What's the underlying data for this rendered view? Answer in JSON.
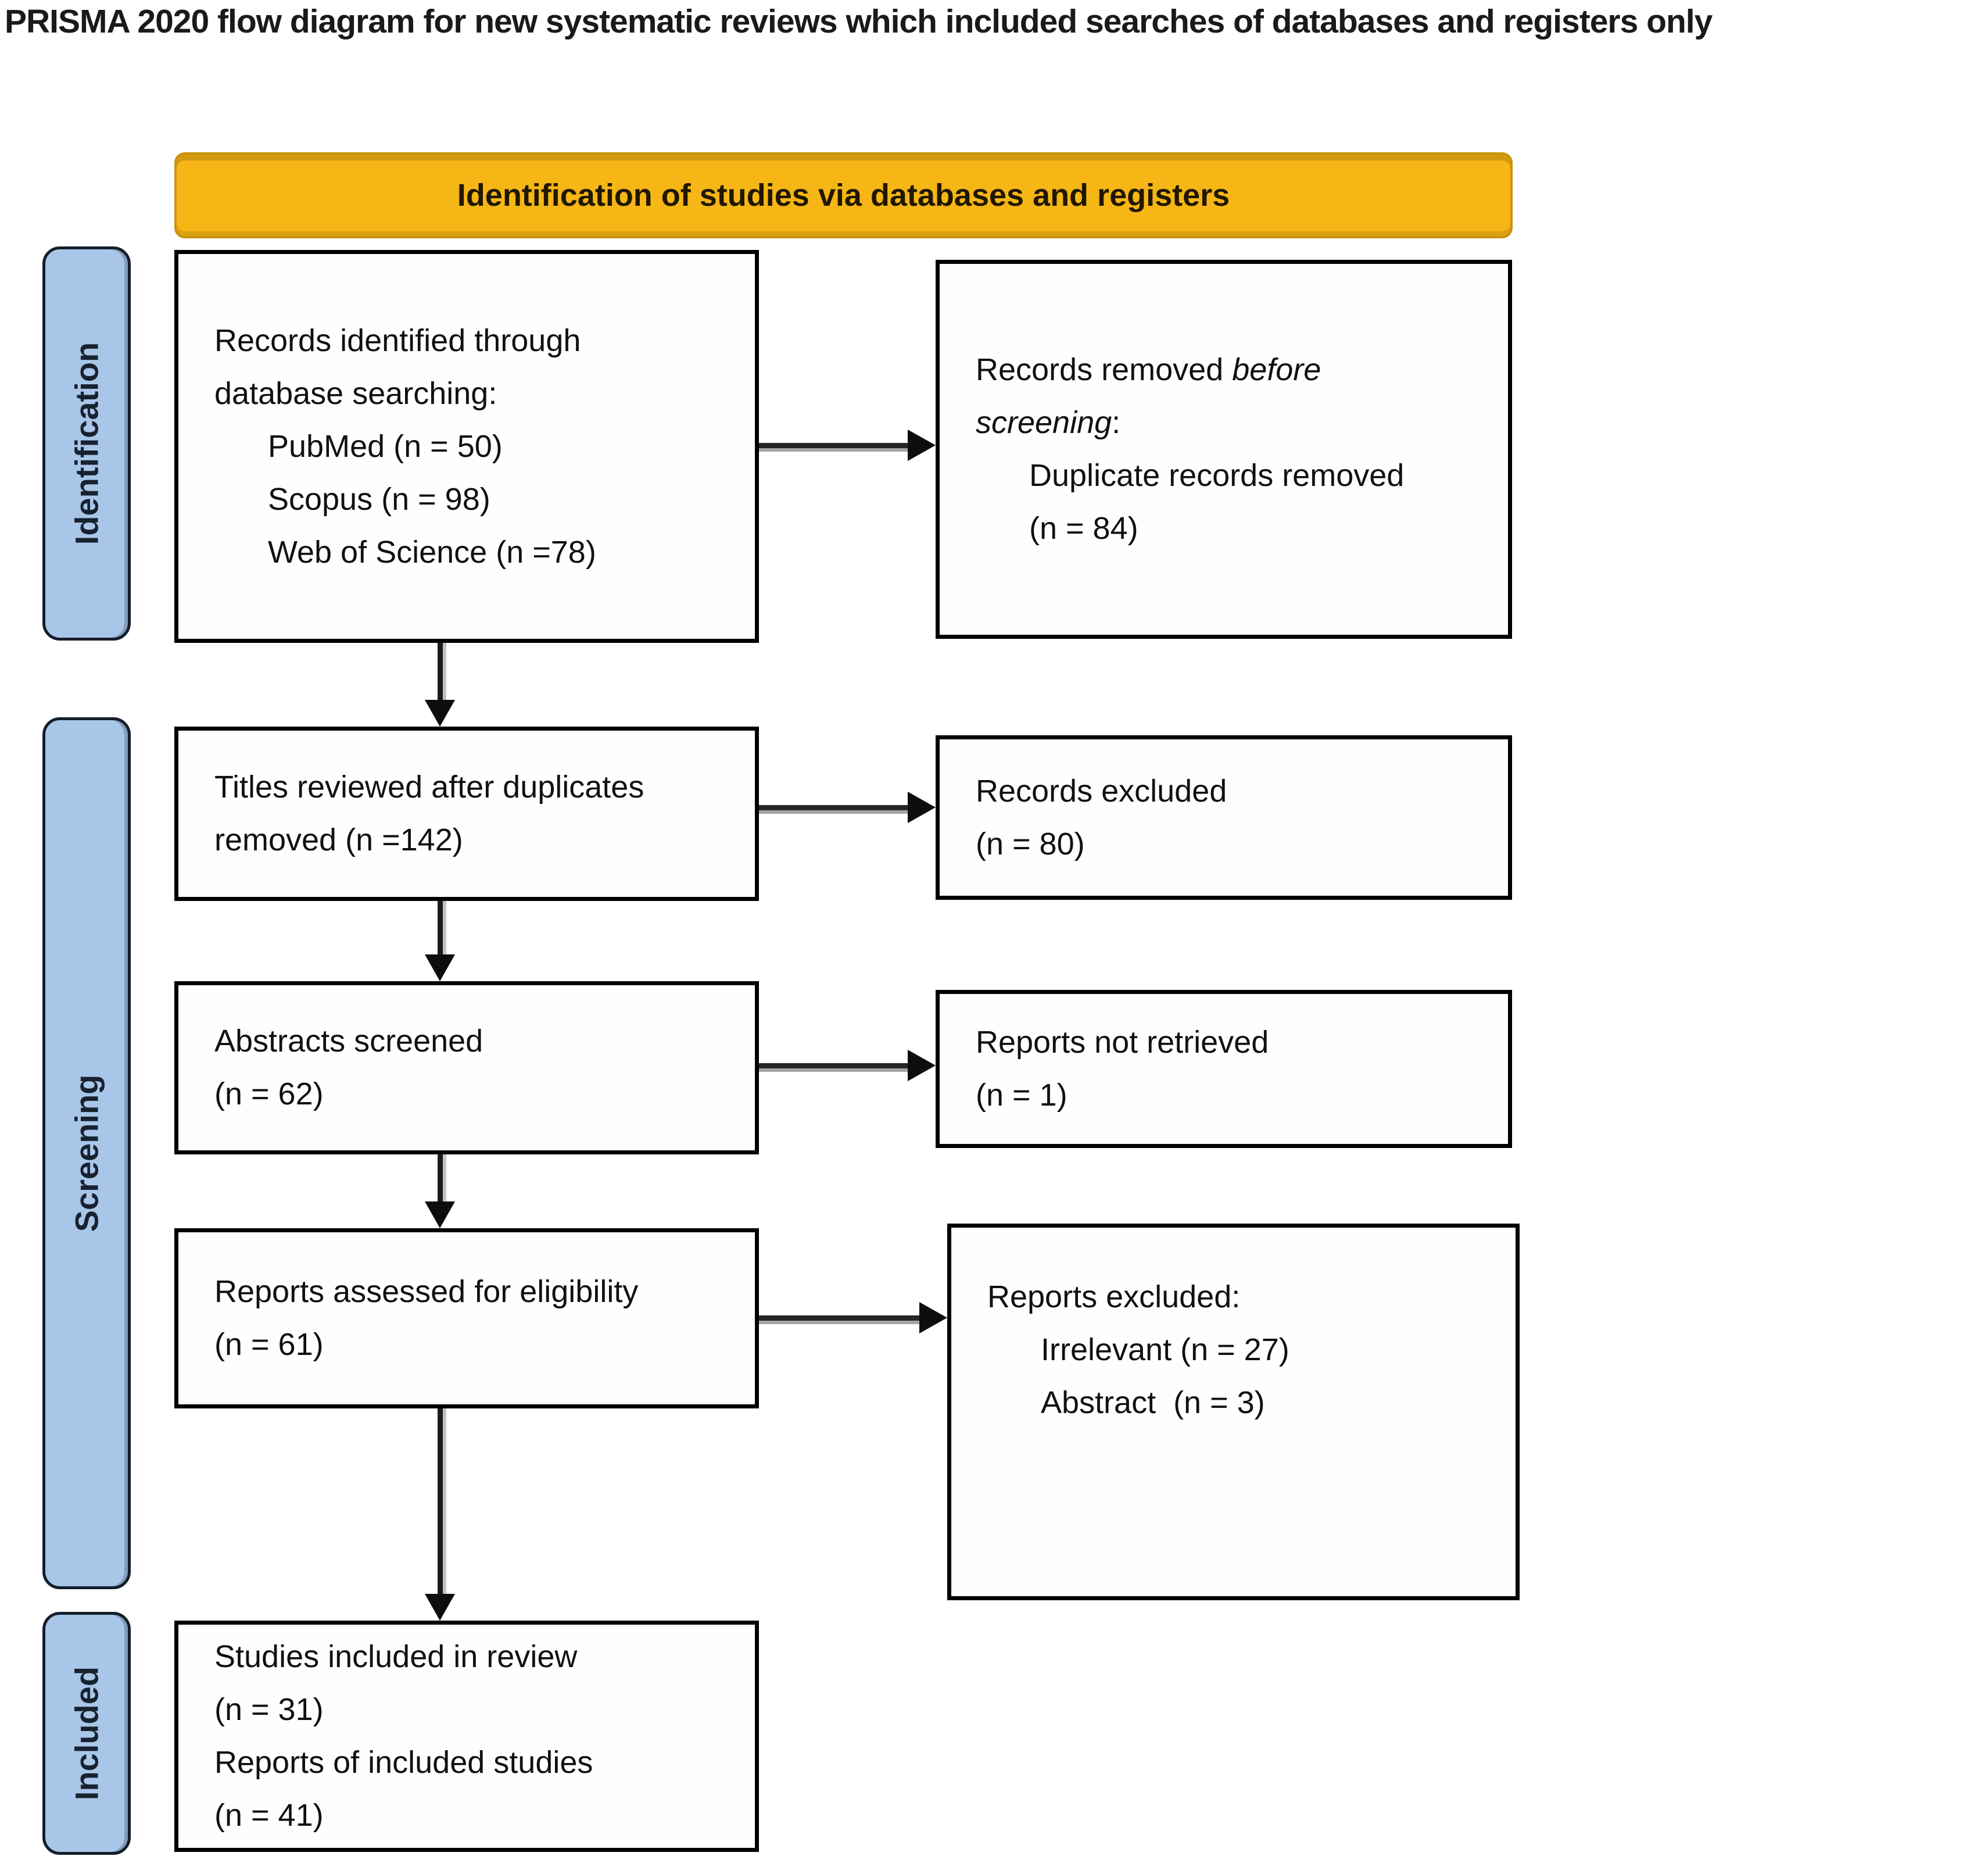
{
  "page": {
    "title": "PRISMA 2020 flow diagram for new systematic reviews which included searches of databases and registers only"
  },
  "banner": {
    "label": "Identification of studies via databases and registers",
    "fill_color": "#F5B616",
    "border_color": "#C9930A",
    "text_color": "#201700"
  },
  "sidebar": {
    "fill_color": "#A8C6E8",
    "border_color": "#141E2B",
    "text_color": "#18222F",
    "stages": [
      {
        "label": "Identification"
      },
      {
        "label": "Screening"
      },
      {
        "label": "Included"
      }
    ]
  },
  "boxes": {
    "identified": {
      "lines": [
        "Records identified through",
        "database searching:",
        "PubMed (n = 50)",
        "Scopus (n = 98)",
        "Web of Science (n =78)"
      ]
    },
    "removed": {
      "prefix": "Records removed ",
      "italic_1": "before",
      "italic_2": "screening",
      "suffix": ":",
      "lines": [
        "Duplicate records removed",
        "(n = 84)"
      ]
    },
    "titles_reviewed": {
      "lines": [
        "Titles reviewed after duplicates",
        "removed (n =142)"
      ]
    },
    "records_excluded": {
      "lines": [
        "Records excluded",
        "(n = 80)"
      ]
    },
    "abstracts_screened": {
      "lines": [
        "Abstracts screened",
        "(n = 62)"
      ]
    },
    "reports_not_retrieved": {
      "lines": [
        "Reports not retrieved",
        "(n = 1)"
      ]
    },
    "reports_assessed": {
      "lines": [
        "Reports assessed for eligibility",
        "(n = 61)"
      ]
    },
    "reports_excluded": {
      "lines": [
        "Reports excluded:",
        "Irrelevant (n = 27)",
        "Abstract  (n = 3)"
      ]
    },
    "included_studies": {
      "lines": [
        "Studies included in review",
        "(n = 31)",
        "Reports of included studies",
        "(n = 41)"
      ]
    }
  },
  "style": {
    "box_border_color": "#000000",
    "arrow_color": "#1A1A1A",
    "title_color": "#1A1A1A"
  }
}
